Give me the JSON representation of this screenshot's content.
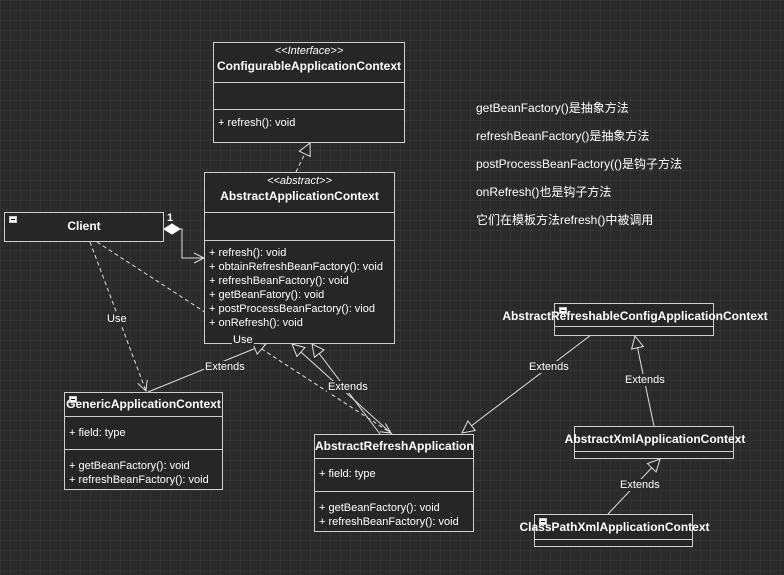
{
  "classes": {
    "configurable": {
      "stereotype": "<<Interface>>",
      "name": "ConfigurableApplicationContext",
      "methods": [
        "+ refresh(): void"
      ]
    },
    "abstract_app": {
      "stereotype": "<<abstract>>",
      "name": "AbstractApplicationContext",
      "methods": [
        "+ refresh(): void",
        "+ obtainRefreshBeanFactory(): void",
        "+ refreshBeanFactory(): void",
        "+ getBeanFatory(): void",
        "+ postProcessBeanFactory(): viod",
        "+ onRefresh(): void"
      ]
    },
    "client": {
      "name": "Client"
    },
    "generic": {
      "name": "GenericApplicationContext",
      "fields": [
        "+ field: type"
      ],
      "methods": [
        "+ getBeanFactory(): void",
        "+ refreshBeanFactory(): void"
      ]
    },
    "abstract_refresh": {
      "name": "AbstractRefreshApplicationContext",
      "fields": [
        "+ field: type"
      ],
      "methods": [
        "+ getBeanFactory(): void",
        "+ refreshBeanFactory(): void"
      ]
    },
    "refreshable_config": {
      "name": "AbstractRefreshableConfigApplicationContext"
    },
    "xml": {
      "name": "AbstractXmlApplicationContext"
    },
    "classpath": {
      "name": "ClassPathXmlApplicationContext"
    }
  },
  "labels": {
    "multiplicity": "1",
    "use1": "Use",
    "use2": "Use",
    "extends1": "Extends",
    "extends2": "Extends",
    "extends3": "Extends",
    "extends4": "Extends",
    "extends5": "Extends"
  },
  "notes": [
    "getBeanFactory()是抽象方法",
    "refreshBeanFactory()是抽象方法",
    "postProcessBeanFactory(()是钩子方法",
    "onRefresh()也是钩子方法",
    "它们在模板方法refresh()中被调用"
  ],
  "colors": {
    "background": "#2a2a2a",
    "box": "#262626",
    "border": "#cfcfcf",
    "text": "#ffffff"
  }
}
